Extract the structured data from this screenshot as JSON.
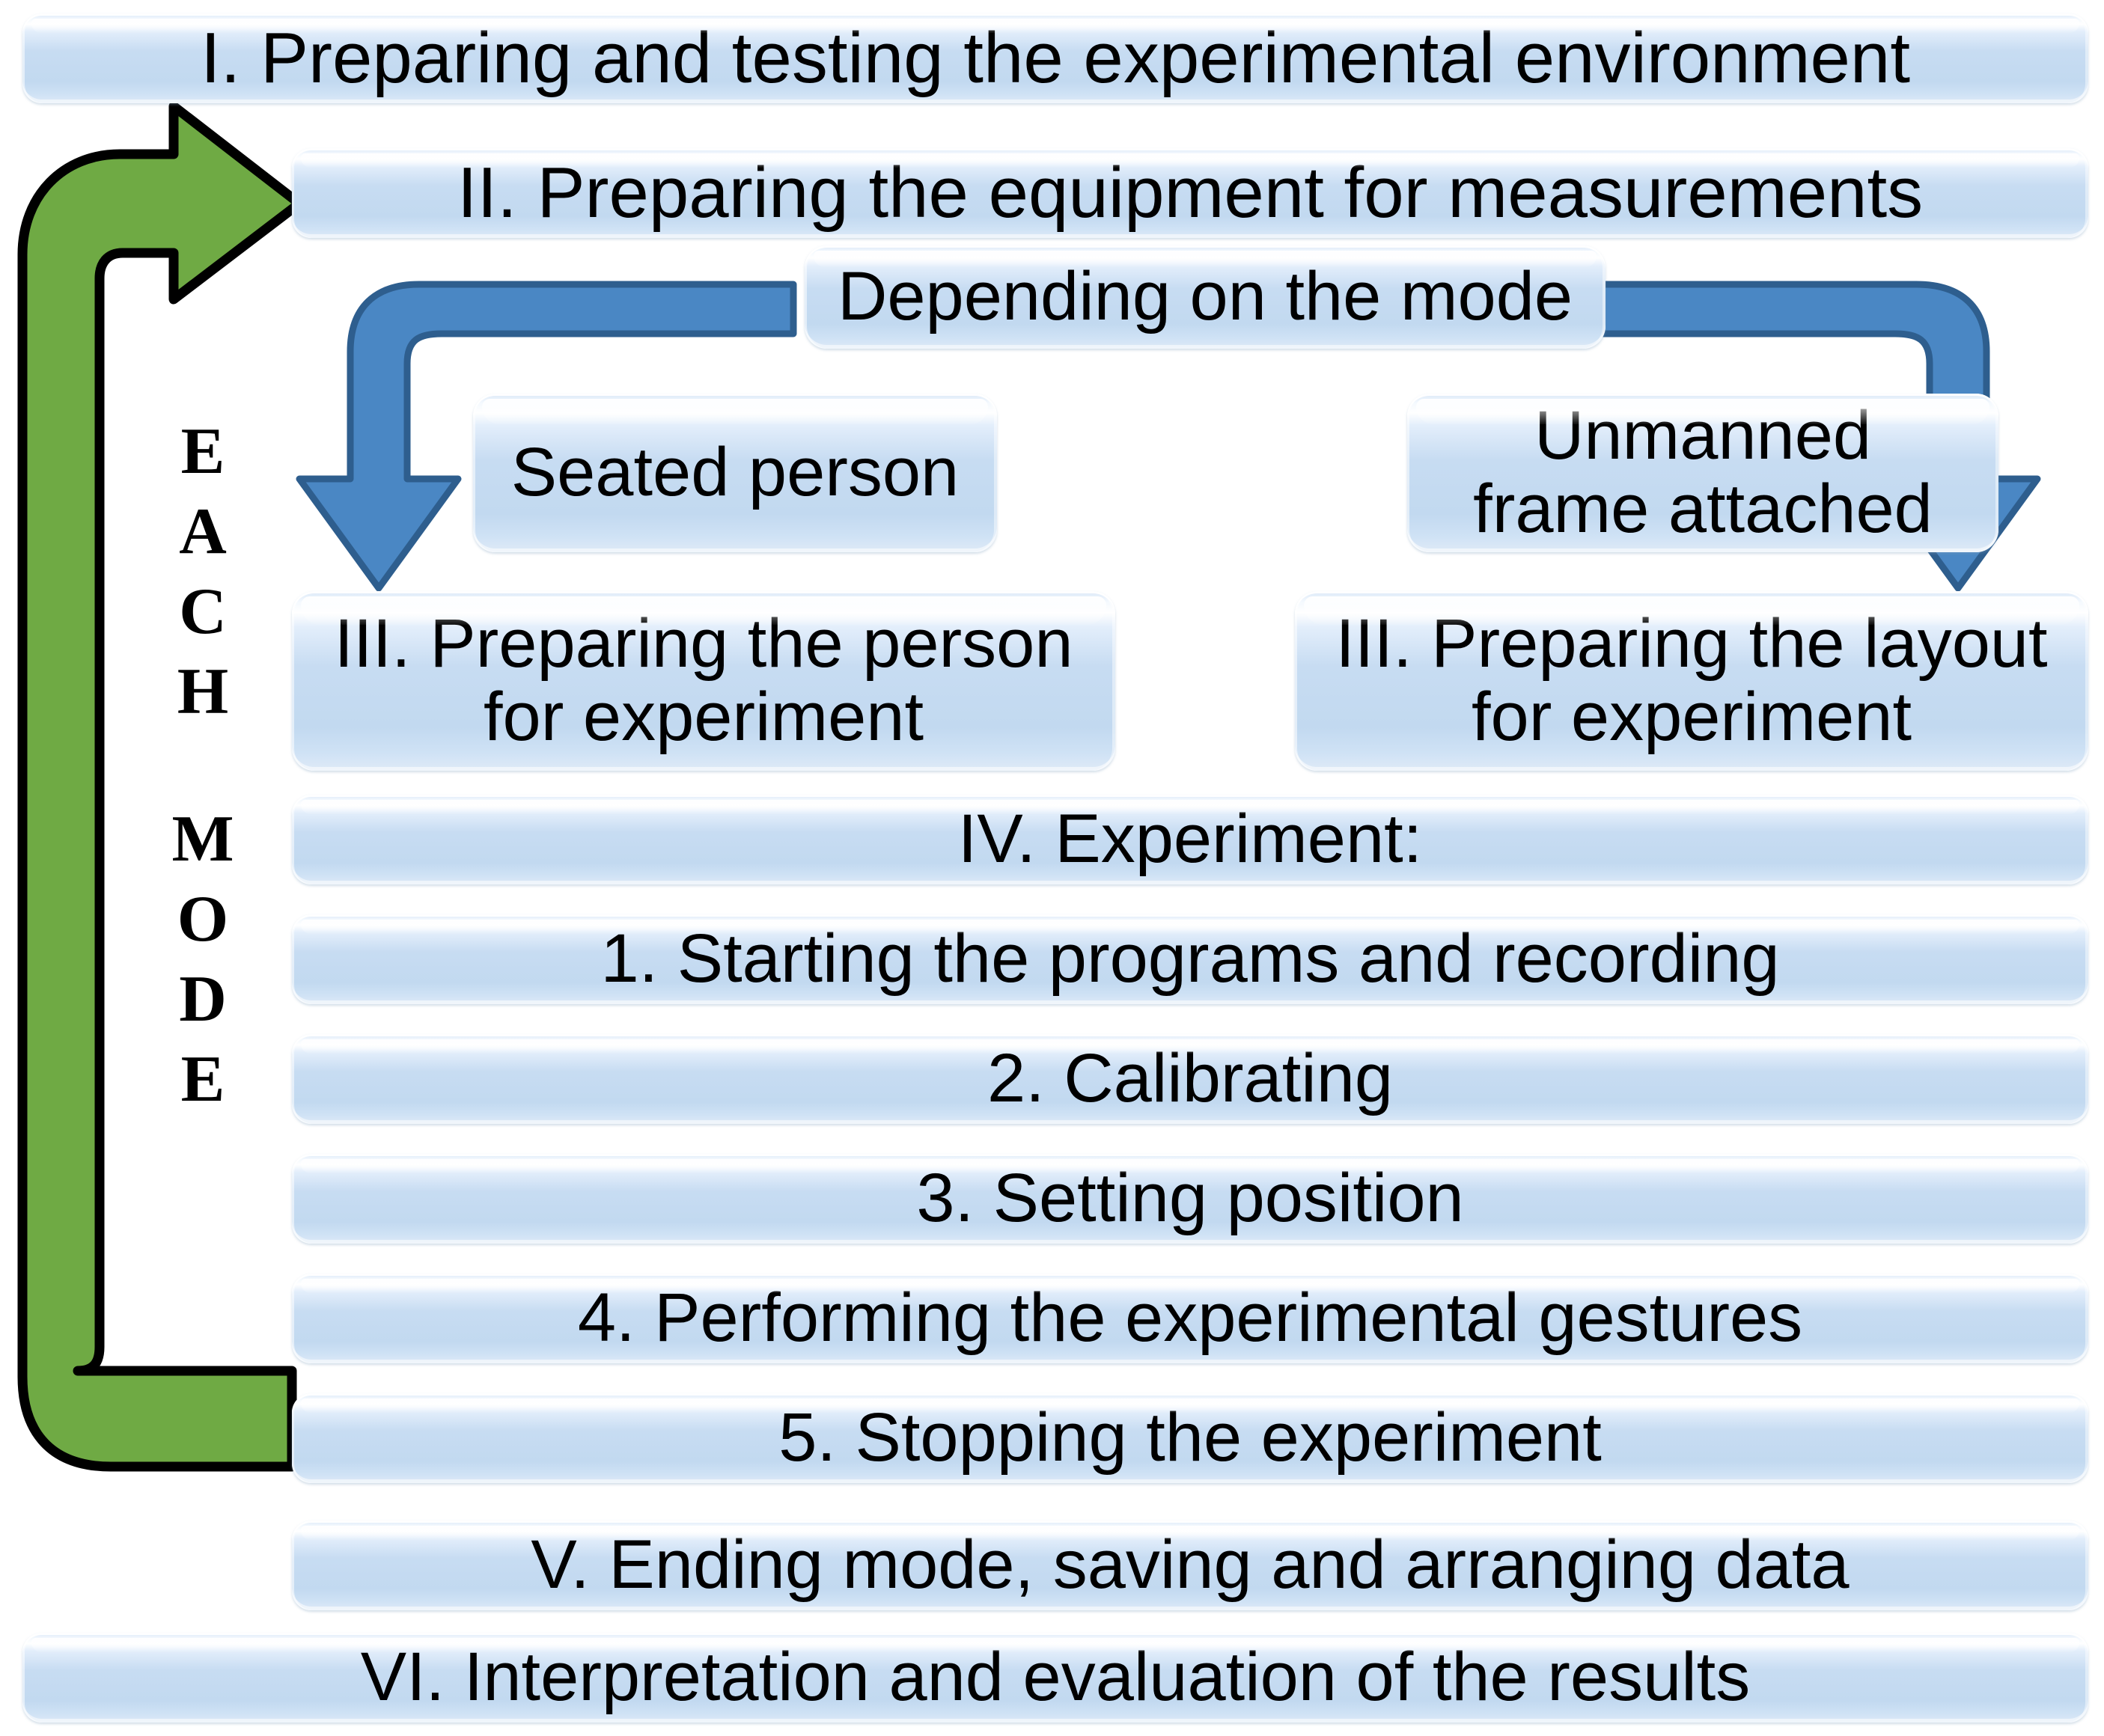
{
  "diagram": {
    "title": "Experimental procedure flowchart",
    "loop_label_lines": [
      "E",
      "A",
      "C",
      "H",
      "",
      "M",
      "O",
      "D",
      "E"
    ],
    "loop_label_text": "EACH MODE",
    "colors": {
      "box_fill_light": "#ffffff",
      "box_fill_mid": "#c4daf1",
      "box_fill_edge": "#dfeaf7",
      "blue_arrow": "#4a87c4",
      "blue_arrow_stroke": "#2e5e8e",
      "green_arrow": "#6faa44",
      "green_arrow_stroke": "#000000",
      "text": "#000000",
      "background": "#ffffff"
    },
    "steps": {
      "step_1": "I. Preparing and testing the experimental environment",
      "step_2": "II. Preparing the equipment for measurements",
      "decision": "Depending on the mode",
      "branch_left_mode": "Seated person",
      "branch_right_mode": "Unmanned\nframe attached",
      "branch_left_step": "III. Preparing the person\nfor experiment",
      "branch_right_step": "III. Preparing the layout\nfor experiment",
      "experiment_header": "IV. Experiment:",
      "experiment_1": "1. Starting the programs and recording",
      "experiment_2": "2. Calibrating",
      "experiment_3": "3. Setting position",
      "experiment_4": "4. Performing the experimental gestures",
      "experiment_5": "5. Stopping the experiment",
      "step_5": "V. Ending mode, saving and arranging data",
      "step_6": "VI. Interpretation and evaluation of the results"
    },
    "connectors": [
      {
        "name": "decision-to-left-branch",
        "type": "elbow-arrow",
        "color": "#4a87c4",
        "direction": "down-left"
      },
      {
        "name": "decision-to-right-branch",
        "type": "elbow-arrow",
        "color": "#4a87c4",
        "direction": "down-right"
      },
      {
        "name": "loop-back-to-step-2",
        "type": "u-turn-arrow",
        "color": "#6faa44",
        "direction": "up-right"
      }
    ]
  }
}
